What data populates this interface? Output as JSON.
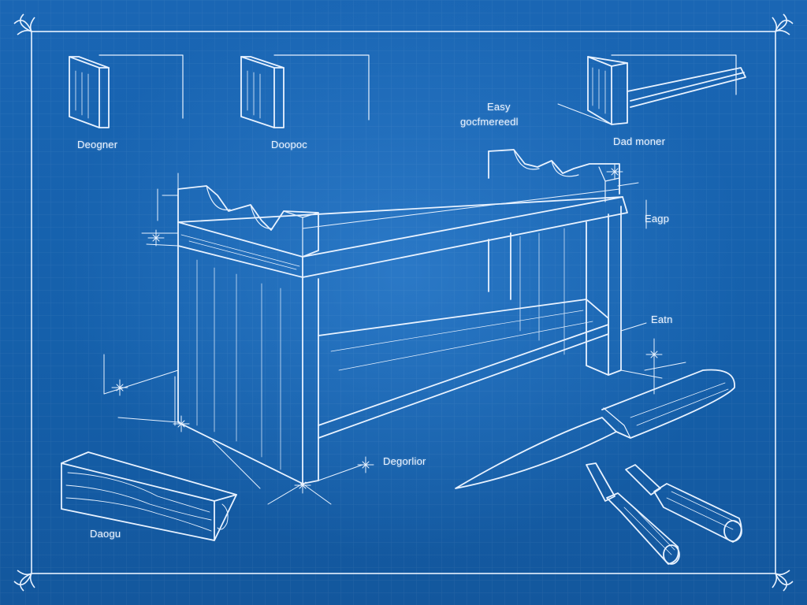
{
  "labels": {
    "top_left": "Deogner",
    "top_middle": "Doopoc",
    "title_line1": "Easy",
    "title_line2": "gocfmereedl",
    "top_right": "Dad moner",
    "right_upper": "Eagp",
    "right_lower": "Eatn",
    "bottom_center": "Degorlior",
    "bottom_left": "Daogu"
  },
  "colors": {
    "background": "#1760ad",
    "line": "#e8f2ff"
  },
  "icons": [
    "board-icon",
    "board-icon",
    "corner-joint-icon",
    "bench-icon",
    "wood-block-icon",
    "knife-icon",
    "chisel-icon",
    "chisel-icon"
  ]
}
